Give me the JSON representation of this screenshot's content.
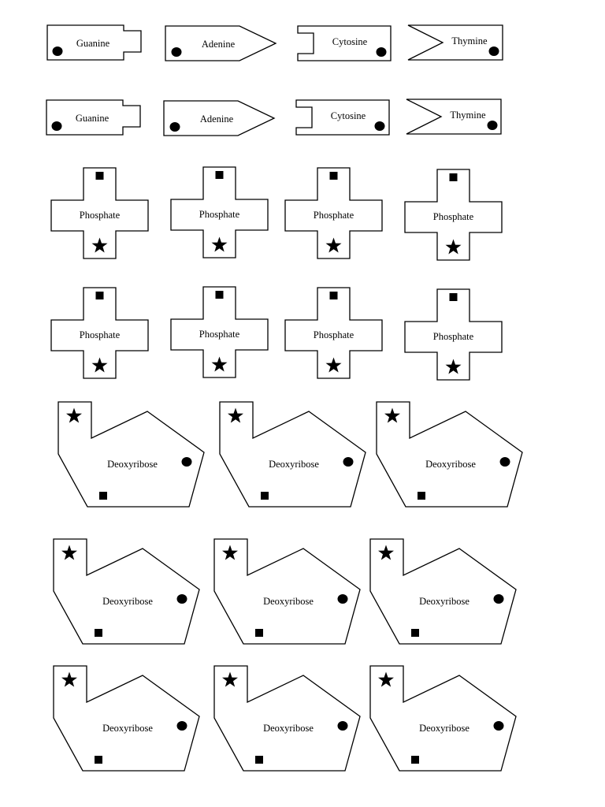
{
  "bases": {
    "row1": [
      "Guanine",
      "Adenine",
      "Cytosine",
      "Thymine"
    ],
    "row2": [
      "Guanine",
      "Adenine",
      "Cytosine",
      "Thymine"
    ]
  },
  "phosphates": {
    "row1": [
      "Phosphate",
      "Phosphate",
      "Phosphate",
      "Phosphate"
    ],
    "row2": [
      "Phosphate",
      "Phosphate",
      "Phosphate",
      "Phosphate"
    ]
  },
  "sugars": {
    "row1": [
      "Deoxyribose",
      "Deoxyribose",
      "Deoxyribose"
    ],
    "row2": [
      "Deoxyribose",
      "Deoxyribose",
      "Deoxyribose"
    ],
    "row3": [
      "Deoxyribose",
      "Deoxyribose",
      "Deoxyribose"
    ]
  },
  "marks": {
    "circle": "circle-connector",
    "square": "square-connector",
    "star": "star-connector"
  }
}
